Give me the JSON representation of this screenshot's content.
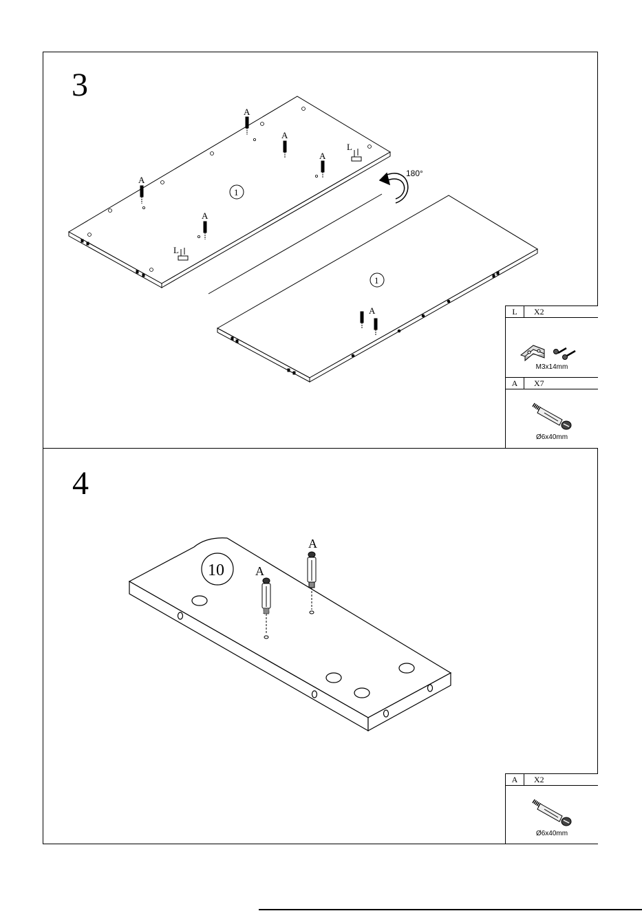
{
  "step3": {
    "number": "3",
    "part_number": "1",
    "rotation_label": "180°",
    "dowel_letter": "A",
    "bracket_letter": "L",
    "hardware": [
      {
        "letter": "L",
        "qty": "X2",
        "size": "M3x14mm",
        "icon": "bracket-screws-icon"
      },
      {
        "letter": "A",
        "qty": "X7",
        "size": "Ø6x40mm",
        "icon": "cam-dowel-icon"
      }
    ]
  },
  "step4": {
    "number": "4",
    "part_number": "10",
    "dowel_letter": "A",
    "hardware": [
      {
        "letter": "A",
        "qty": "X2",
        "size": "Ø6x40mm",
        "icon": "cam-dowel-icon"
      }
    ]
  }
}
